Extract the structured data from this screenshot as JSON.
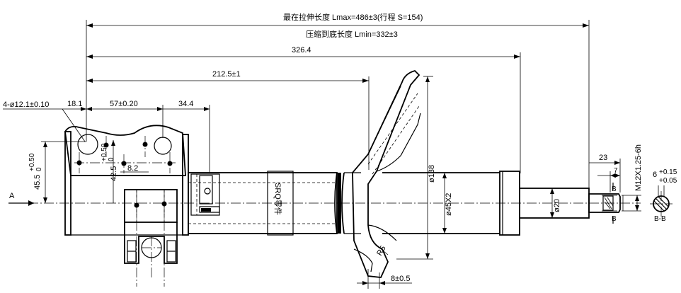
{
  "dimensions": {
    "max_length": "最在拉伸长度 Lmax=486±3(行程 S=154)",
    "min_length": "压缩到底长度 Lmin=332±3",
    "len_326": "326.4",
    "len_212": "212.5±1",
    "holes": "4-ø12.1±0.10",
    "d_18": "18.1",
    "d_57": "57±0.20",
    "d_34": "34.4",
    "d_45_5": "45.5",
    "d_45_5_tol_top": "+0.50",
    "d_45_5_tol_bot": "0",
    "d_42_5": "42.5",
    "d_42_5_tol_top": "+0.50",
    "d_42_5_tol_bot": "0",
    "d_8_2": "8.2",
    "d_138": "ø138",
    "d_45x2": "ø45X2",
    "d_20": "ø20",
    "d_r5": "R5",
    "d_8": "8±0.5",
    "d_23": "23",
    "d_7": "7",
    "thread": "M12X1.25-6h",
    "d_6": "6",
    "d_6_tol_top": "+0.15",
    "d_6_tol_bot": "+0.05",
    "view_a": "A",
    "section_b": "B",
    "section_b2": "B",
    "section_bb": "B-B",
    "body_mark": "SRQ零件"
  }
}
